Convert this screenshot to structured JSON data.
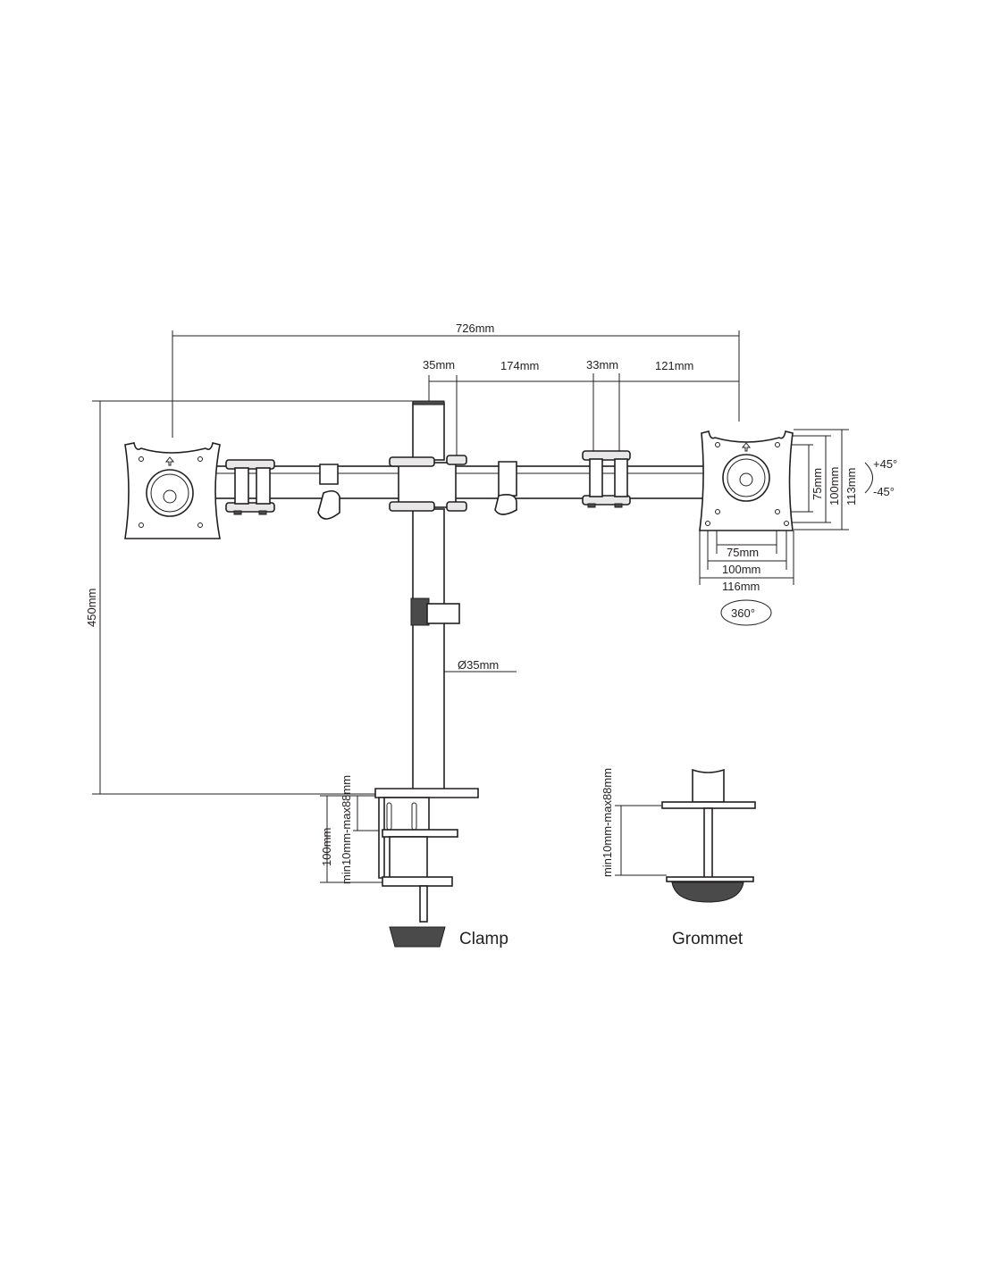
{
  "dimensions": {
    "total_width": "726mm",
    "pole_diameter_top": "35mm",
    "arm_segment": "174mm",
    "hinge_width": "33mm",
    "end_segment": "121mm",
    "height": "450mm",
    "pole_diameter": "Ø35mm",
    "vesa_v_75": "75mm",
    "vesa_v_100": "100mm",
    "plate_height": "113mm",
    "vesa_h_75": "75mm",
    "vesa_h_100": "100mm",
    "plate_width": "116mm",
    "tilt_up": "+45°",
    "tilt_down": "-45°",
    "rotation": "360°",
    "clamp_depth": "100mm",
    "clamp_range": "min10mm-max88mm",
    "grommet_range": "min10mm-max88mm"
  },
  "labels": {
    "clamp": "Clamp",
    "grommet": "Grommet"
  }
}
